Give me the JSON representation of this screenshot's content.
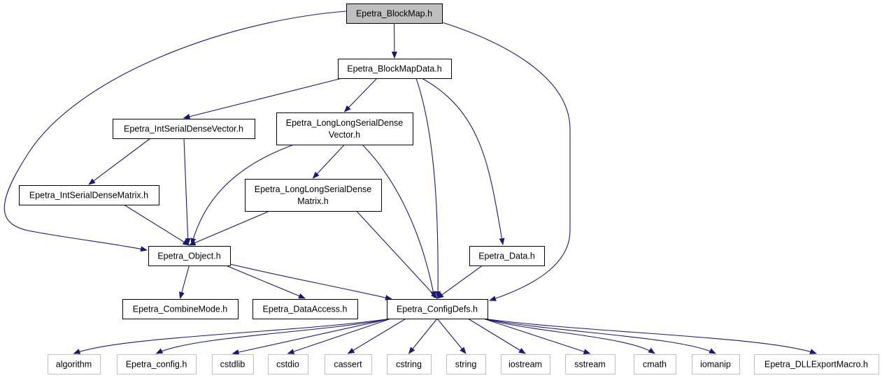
{
  "graph": {
    "nodes": [
      {
        "id": "blockmap",
        "lines": [
          "Epetra_BlockMap.h"
        ],
        "role": "root"
      },
      {
        "id": "blockmapdata",
        "lines": [
          "Epetra_BlockMapData.h"
        ],
        "role": "internal"
      },
      {
        "id": "intvec",
        "lines": [
          "Epetra_IntSerialDenseVector.h"
        ],
        "role": "internal"
      },
      {
        "id": "llvec",
        "lines": [
          "Epetra_LongLongSerialDense",
          "Vector.h"
        ],
        "role": "internal"
      },
      {
        "id": "intmat",
        "lines": [
          "Epetra_IntSerialDenseMatrix.h"
        ],
        "role": "internal"
      },
      {
        "id": "llmat",
        "lines": [
          "Epetra_LongLongSerialDense",
          "Matrix.h"
        ],
        "role": "internal"
      },
      {
        "id": "object",
        "lines": [
          "Epetra_Object.h"
        ],
        "role": "internal"
      },
      {
        "id": "data",
        "lines": [
          "Epetra_Data.h"
        ],
        "role": "internal"
      },
      {
        "id": "combinemode",
        "lines": [
          "Epetra_CombineMode.h"
        ],
        "role": "internal"
      },
      {
        "id": "dataaccess",
        "lines": [
          "Epetra_DataAccess.h"
        ],
        "role": "internal"
      },
      {
        "id": "configdefs",
        "lines": [
          "Epetra_ConfigDefs.h"
        ],
        "role": "internal"
      },
      {
        "id": "algorithm",
        "lines": [
          "algorithm"
        ],
        "role": "external"
      },
      {
        "id": "config",
        "lines": [
          "Epetra_config.h"
        ],
        "role": "external"
      },
      {
        "id": "cstdlib",
        "lines": [
          "cstdlib"
        ],
        "role": "external"
      },
      {
        "id": "cstdio",
        "lines": [
          "cstdio"
        ],
        "role": "external"
      },
      {
        "id": "cassert",
        "lines": [
          "cassert"
        ],
        "role": "external"
      },
      {
        "id": "cstring",
        "lines": [
          "cstring"
        ],
        "role": "external"
      },
      {
        "id": "string",
        "lines": [
          "string"
        ],
        "role": "external"
      },
      {
        "id": "iostream",
        "lines": [
          "iostream"
        ],
        "role": "external"
      },
      {
        "id": "sstream",
        "lines": [
          "sstream"
        ],
        "role": "external"
      },
      {
        "id": "cmath",
        "lines": [
          "cmath"
        ],
        "role": "external"
      },
      {
        "id": "iomanip",
        "lines": [
          "iomanip"
        ],
        "role": "external"
      },
      {
        "id": "dllexport",
        "lines": [
          "Epetra_DLLExportMacro.h"
        ],
        "role": "external"
      }
    ],
    "edges": [
      [
        "blockmap",
        "blockmapdata"
      ],
      [
        "blockmap",
        "object"
      ],
      [
        "blockmap",
        "configdefs"
      ],
      [
        "blockmapdata",
        "intvec"
      ],
      [
        "blockmapdata",
        "llvec"
      ],
      [
        "blockmapdata",
        "configdefs"
      ],
      [
        "blockmapdata",
        "data"
      ],
      [
        "intvec",
        "intmat"
      ],
      [
        "intvec",
        "object"
      ],
      [
        "llvec",
        "llmat"
      ],
      [
        "llvec",
        "object"
      ],
      [
        "llvec",
        "configdefs"
      ],
      [
        "intmat",
        "object"
      ],
      [
        "llmat",
        "object"
      ],
      [
        "llmat",
        "configdefs"
      ],
      [
        "object",
        "combinemode"
      ],
      [
        "object",
        "dataaccess"
      ],
      [
        "object",
        "configdefs"
      ],
      [
        "data",
        "configdefs"
      ],
      [
        "configdefs",
        "algorithm"
      ],
      [
        "configdefs",
        "config"
      ],
      [
        "configdefs",
        "cstdlib"
      ],
      [
        "configdefs",
        "cstdio"
      ],
      [
        "configdefs",
        "cassert"
      ],
      [
        "configdefs",
        "cstring"
      ],
      [
        "configdefs",
        "string"
      ],
      [
        "configdefs",
        "iostream"
      ],
      [
        "configdefs",
        "sstream"
      ],
      [
        "configdefs",
        "cmath"
      ],
      [
        "configdefs",
        "iomanip"
      ],
      [
        "configdefs",
        "dllexport"
      ]
    ],
    "colors": {
      "edge": "#191970",
      "root_fill": "#bfbfbf",
      "box_border": "#000000",
      "external_border": "#bfbfbf",
      "background": "#ffffff"
    }
  }
}
